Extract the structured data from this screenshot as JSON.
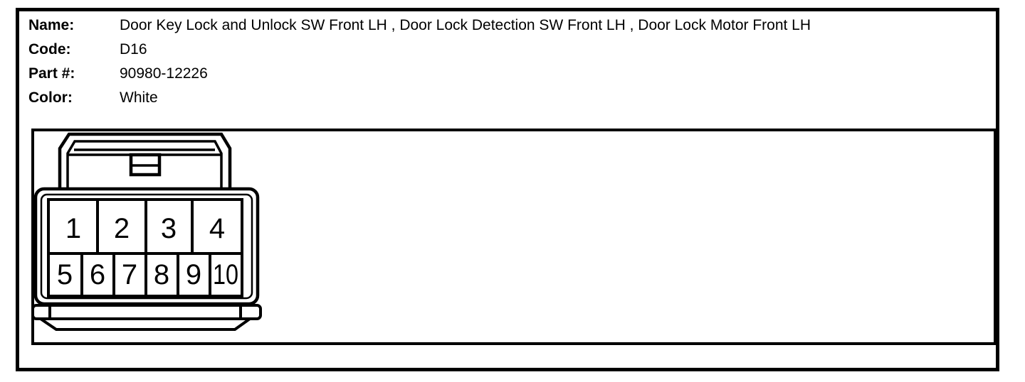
{
  "colors": {
    "ink": "#000000",
    "paper": "#ffffff"
  },
  "header": {
    "rows": [
      {
        "label": "Name:",
        "value": "Door Key Lock and Unlock SW Front LH , Door Lock Detection SW Front LH , Door Lock Motor Front LH"
      },
      {
        "label": "Code:",
        "value": "D16"
      },
      {
        "label": "Part #:",
        "value": "90980-12226"
      },
      {
        "label": "Color:",
        "value": "White"
      }
    ]
  },
  "connector": {
    "pin_count": 10,
    "pins_top_row": [
      "1",
      "2",
      "3",
      "4"
    ],
    "pins_bottom_row": [
      "5",
      "6",
      "7",
      "8",
      "9",
      "10"
    ]
  }
}
